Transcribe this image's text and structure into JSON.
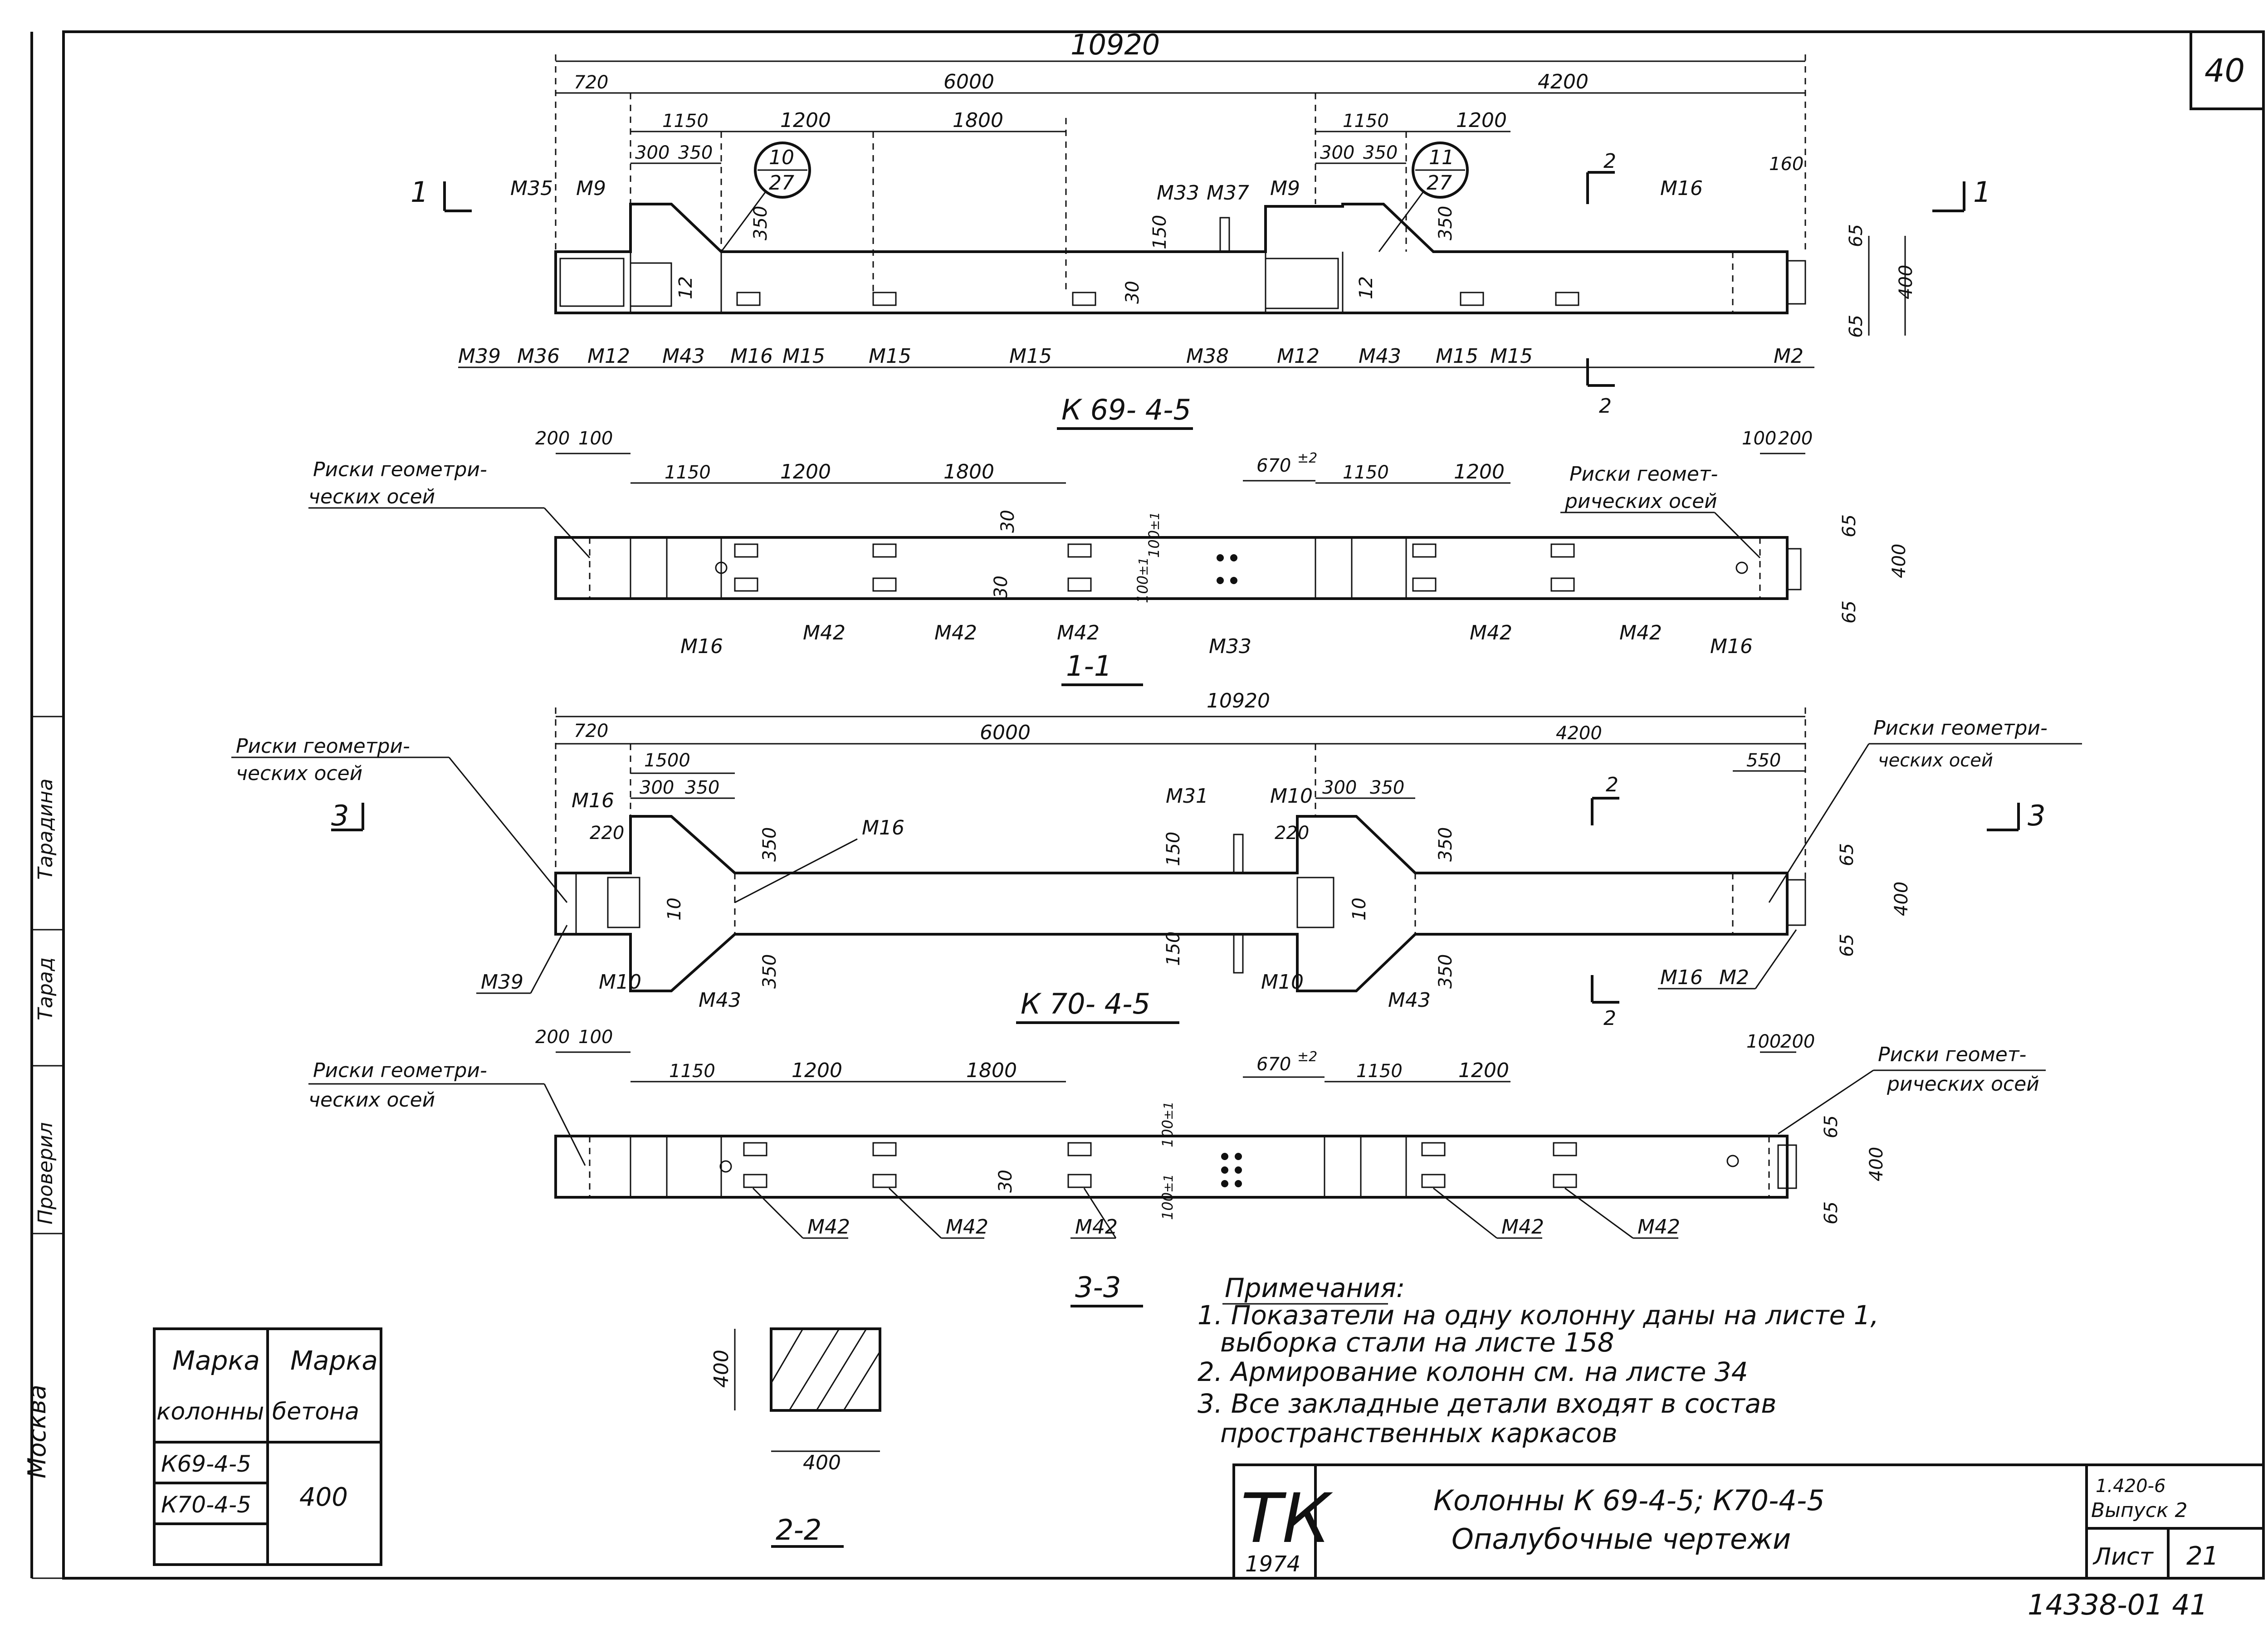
{
  "sheet_corner_number": "40",
  "top_view": {
    "dims": {
      "total": "10920",
      "left_stub": "720",
      "left_span": "6000",
      "right_span": "4200",
      "a1150": "1150",
      "a1200": "1200",
      "a1800": "1800",
      "a300": "300",
      "a350": "350",
      "b1150": "1150",
      "b1200": "1200",
      "b300": "300",
      "b350": "350",
      "d160": "160",
      "v350": "350",
      "v150": "150",
      "v30": "30",
      "v12": "12",
      "v12b": "12",
      "v350b": "350",
      "h65": "65",
      "h400": "400",
      "h65b": "65"
    },
    "bubble1": {
      "num": "10",
      "den": "27"
    },
    "bubble2": {
      "num": "11",
      "den": "27"
    },
    "labels": [
      "M35",
      "M9",
      "M33",
      "M37",
      "M9",
      "M16",
      "M39",
      "M36",
      "M12",
      "M43",
      "M16",
      "M15",
      "M15",
      "M15",
      "M38",
      "M12",
      "M43",
      "M15",
      "M15",
      "M2"
    ],
    "section_1": "1",
    "section_2": "2",
    "caption": "К 69- 4-5"
  },
  "section_1_1": {
    "dims": {
      "d200": "200",
      "d100": "100",
      "d1150": "1150",
      "d1200": "1200",
      "d1800": "1800",
      "d670": "670",
      "tol": "±2",
      "e1150": "1150",
      "e1200": "1200",
      "e100": "100",
      "e200": "200",
      "v30": "30",
      "v30b": "30",
      "v100": "100",
      "tol1": "±1",
      "v100b": "100",
      "tol1b": "±1",
      "h65": "65",
      "h400": "400",
      "h65b": "65"
    },
    "risk_left": [
      "Риски геометри-",
      "ческих осей"
    ],
    "risk_right": [
      "Риски геомет-",
      "рических осей"
    ],
    "labels": [
      "M16",
      "M42",
      "M42",
      "M42",
      "M33",
      "M42",
      "M42",
      "M16"
    ],
    "caption": "1-1"
  },
  "k70_view": {
    "dims": {
      "total": "10920",
      "left_stub": "720",
      "left_span": "6000",
      "right_span": "4200",
      "d1500": "1500",
      "d300": "300",
      "d350": "350",
      "d220": "220",
      "e300": "300",
      "e350": "350",
      "e220": "220",
      "d550": "550",
      "v350": "350",
      "v350b": "350",
      "v150": "150",
      "v150b": "150",
      "v10": "10",
      "v10b": "10",
      "v350c": "350",
      "v350d": "350",
      "h65": "65",
      "h400": "400",
      "h65b": "65"
    },
    "risk_left": [
      "Риски геометри-",
      "ческих осей"
    ],
    "risk_right": [
      "Риски геометри-",
      "ческих осей"
    ],
    "labels": [
      "M16",
      "M16",
      "M31",
      "M10",
      "M39",
      "M10",
      "M43",
      "M10",
      "M43",
      "M16",
      "M2"
    ],
    "section_3": "3",
    "section_2": "2",
    "caption": "К 70- 4-5"
  },
  "section_3_3": {
    "dims": {
      "d200": "200",
      "d100": "100",
      "d1150": "1150",
      "d1200": "1200",
      "d1800": "1800",
      "d670": "670",
      "tol": "±2",
      "e1150": "1150",
      "e1200": "1200",
      "e100": "100",
      "e200": "200",
      "v30": "30",
      "v100": "100",
      "tol1": "±1",
      "v100b": "100",
      "tol1b": "±1",
      "h65": "65",
      "h400": "400",
      "h65b": "65"
    },
    "risk_left": [
      "Риски геометри-",
      "ческих осей"
    ],
    "risk_right": [
      "Риски геомет-",
      "рических осей"
    ],
    "labels": [
      "M42",
      "M42",
      "M42",
      "M42",
      "M42"
    ],
    "caption": "3-3"
  },
  "table": {
    "h1": [
      "Марка",
      "колонны"
    ],
    "h2": [
      "Марка",
      "бетона"
    ],
    "rows": [
      "К69-4-5",
      "К70-4-5"
    ],
    "concrete": "400"
  },
  "section_2_2": {
    "h": "400",
    "w": "400",
    "caption": "2-2"
  },
  "notes": {
    "title": "Примечания:",
    "lines": [
      "1. Показатели на одну колонну даны на листе  1,",
      "выборка стали на листе 158",
      "2. Армирование  колонн  см. на листе 34",
      "3. Все закладные детали входят в состав",
      "пространственных каркасов"
    ]
  },
  "title_block": {
    "logo": "ТК",
    "year": "1974",
    "title1": "Колонны  К 69-4-5;  К70-4-5",
    "title2": "Опалубочные   чертежи",
    "series": "1.420-6",
    "issue": "Выпуск 2",
    "sheet_label": "Лист",
    "sheet_no": "21"
  },
  "side_stamp": [
    "Тарадина",
    "Тарад",
    "Проверил",
    "Москва"
  ],
  "footer_code": "14338-01   41"
}
